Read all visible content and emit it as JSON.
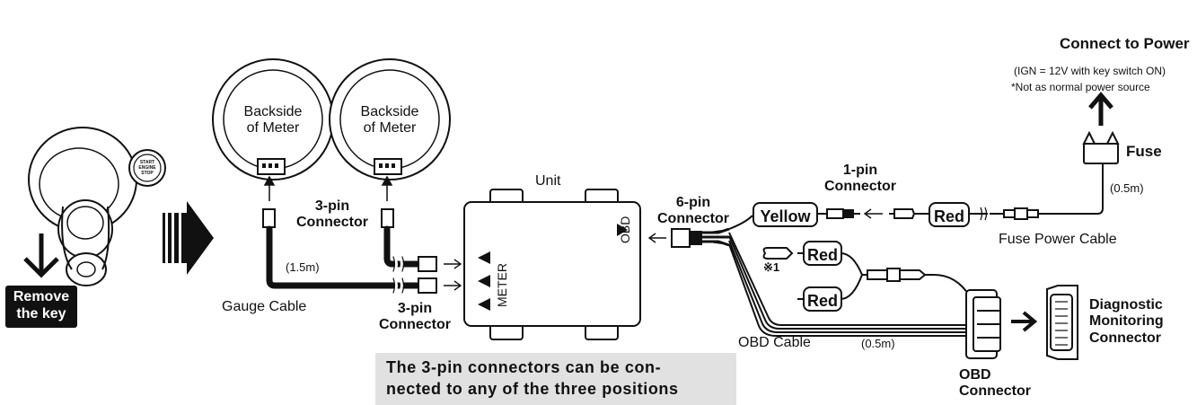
{
  "labels": {
    "connect_to_power": "Connect to Power",
    "ign_note": "(IGN = 12V with key switch ON)",
    "not_normal_power": "*Not as normal power source",
    "fuse": "Fuse",
    "fuse_cable_length": "(0.5m)",
    "fuse_power_cable": "Fuse Power Cable",
    "one_pin_connector": "1-pin\nConnector",
    "six_pin_connector": "6-pin\nConnector",
    "yellow_wire": "Yellow",
    "red_wire_top": "Red",
    "red_wire_mid": "Red",
    "red_wire_low": "Red",
    "note_mark": "※1",
    "unit": "Unit",
    "obd_port": "OBD",
    "meter_port": "METER",
    "backside_meter_1": "Backside\nof Meter",
    "backside_meter_2": "Backside\nof Meter",
    "three_pin_connector_top": "3-pin\nConnector",
    "three_pin_connector_bottom": "3-pin\nConnector",
    "gauge_cable_length": "(1.5m)",
    "gauge_cable": "Gauge Cable",
    "obd_cable": "OBD Cable",
    "obd_cable_length": "(0.5m)",
    "obd_connector": "OBD\nConnector",
    "diagnostic_connector": "Diagnostic\nMonitoring\nConnector",
    "remove_key": "Remove\nthe key",
    "start_stop_button": "START\nENGINE\nSTOP"
  },
  "note": {
    "line1": "The 3-pin connectors can be con-",
    "line2": "nected to any of the three positions"
  }
}
